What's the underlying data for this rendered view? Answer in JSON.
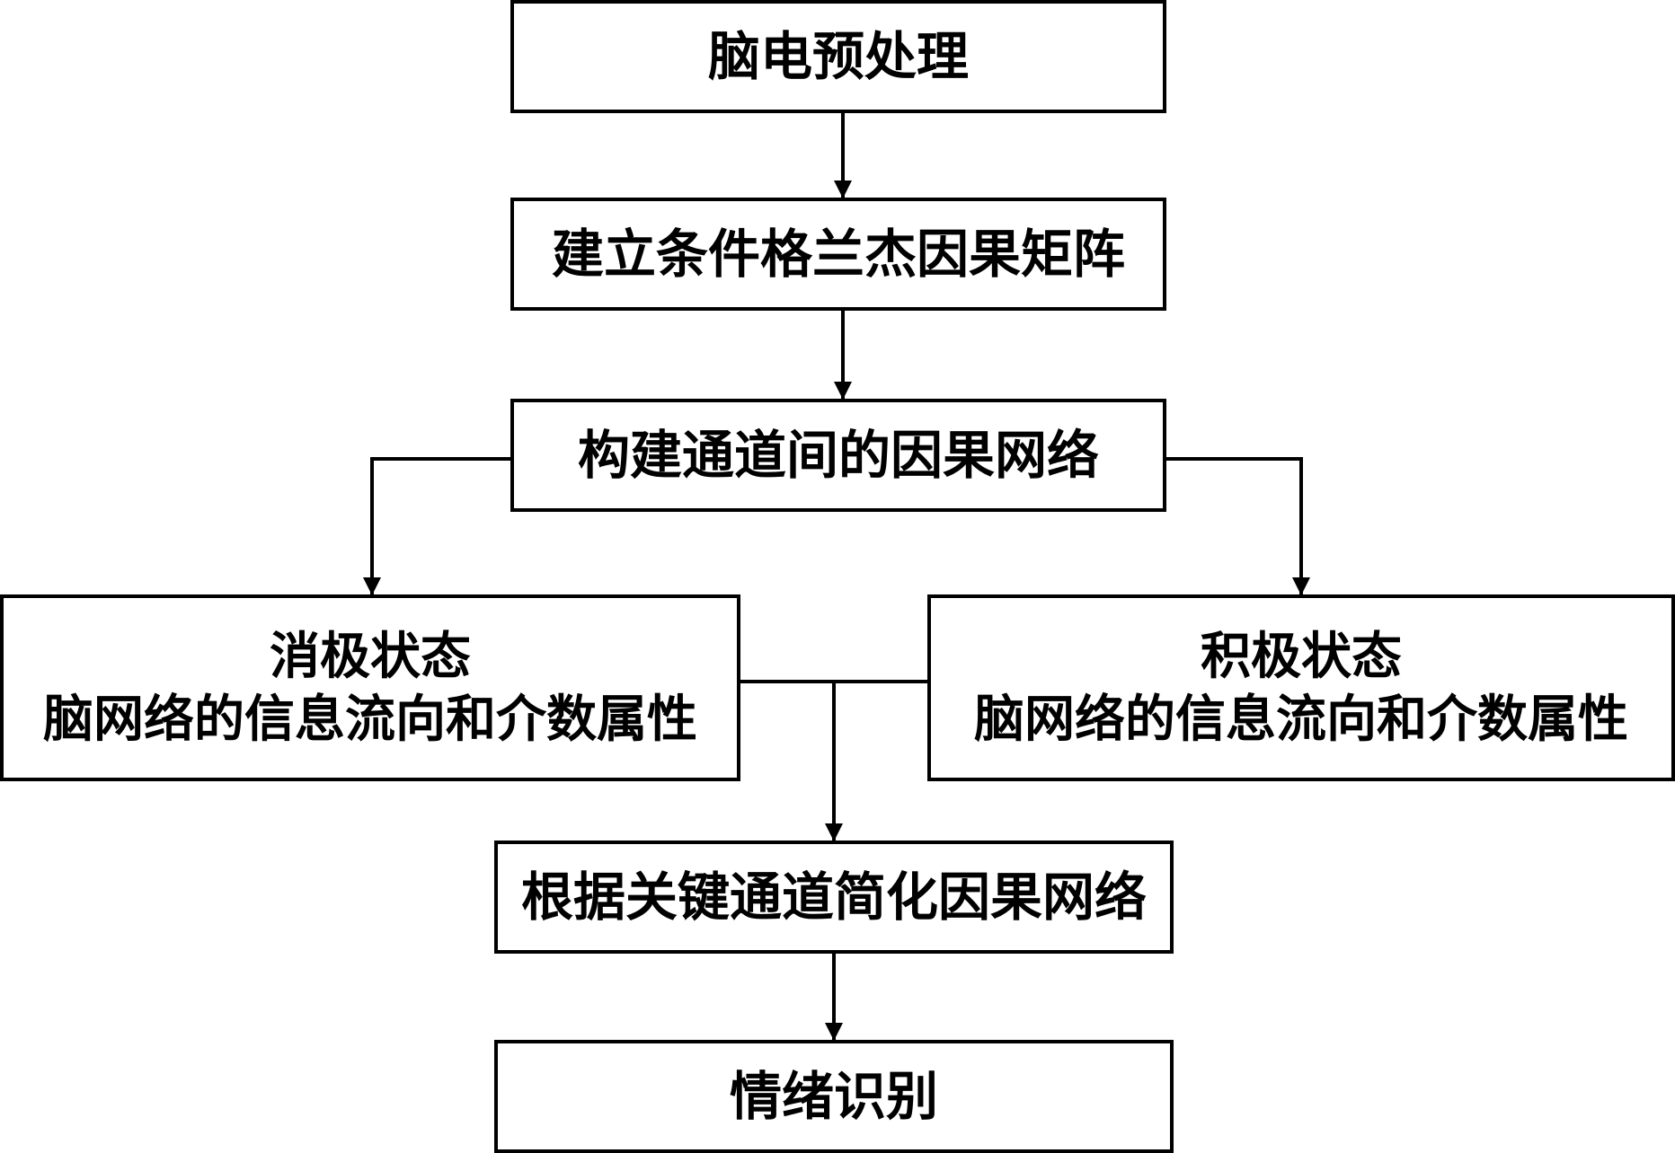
{
  "flowchart": {
    "steps": [
      {
        "id": "step-1",
        "label": "脑电预处理"
      },
      {
        "id": "step-2",
        "label": "建立条件格兰杰因果矩阵"
      },
      {
        "id": "step-3",
        "label": "构建通道间的因果网络"
      },
      {
        "id": "step-4a",
        "title": "消极状态",
        "label": "脑网络的信息流向和介数属性"
      },
      {
        "id": "step-4b",
        "title": "积极状态",
        "label": "脑网络的信息流向和介数属性"
      },
      {
        "id": "step-5",
        "label": "根据关键通道简化因果网络"
      },
      {
        "id": "step-6",
        "label": "情绪识别"
      }
    ],
    "connections": [
      {
        "from": "step-1",
        "to": "step-2"
      },
      {
        "from": "step-2",
        "to": "step-3"
      },
      {
        "from": "step-3",
        "to": "step-4a"
      },
      {
        "from": "step-3",
        "to": "step-4b"
      },
      {
        "from": "step-4a",
        "to": "step-5"
      },
      {
        "from": "step-4b",
        "to": "step-5"
      },
      {
        "from": "step-5",
        "to": "step-6"
      }
    ]
  }
}
